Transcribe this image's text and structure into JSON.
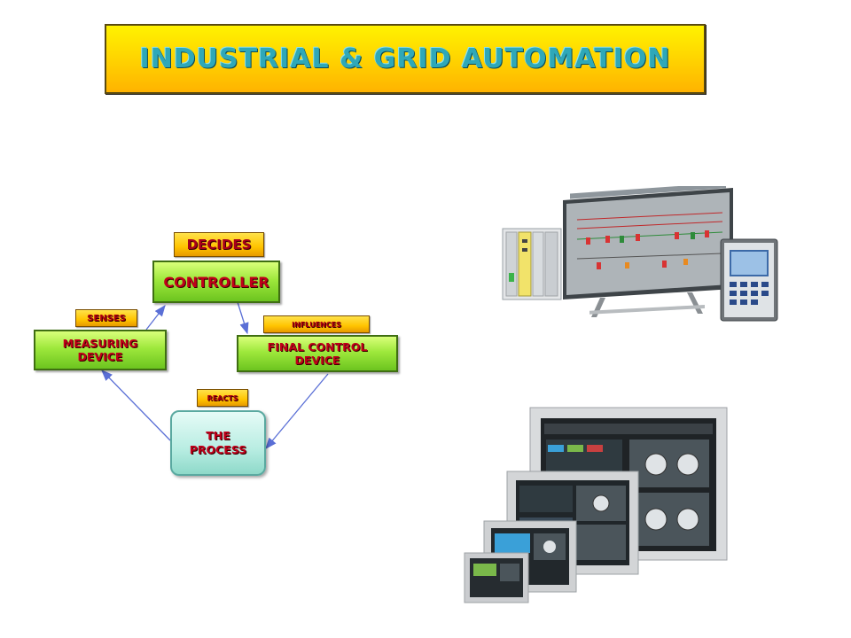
{
  "title": "INDUSTRIAL & GRID AUTOMATION",
  "diagram": {
    "decides": "DECIDES",
    "controller": "CONTROLLER",
    "senses": "SENSES",
    "measuring_line1": "MEASURING",
    "measuring_line2": "DEVICE",
    "influences": "INFLUENCES",
    "final_line1": "FINAL CONTROL",
    "final_line2": "DEVICE",
    "reacts": "REACTS",
    "process_line1": "THE",
    "process_line2": "PROCESS"
  },
  "images": {
    "grid_automation": "grid-automation-equipment",
    "hmi_panels": "hmi-touch-panels"
  },
  "colors": {
    "banner": "#ffd400",
    "title_text": "#2fa8b8",
    "box_green": "#9ee83c",
    "label_gold": "#ffc400",
    "box_text": "#c0001a",
    "process_box": "#b8ede2",
    "arrow": "#5a6fd6"
  }
}
